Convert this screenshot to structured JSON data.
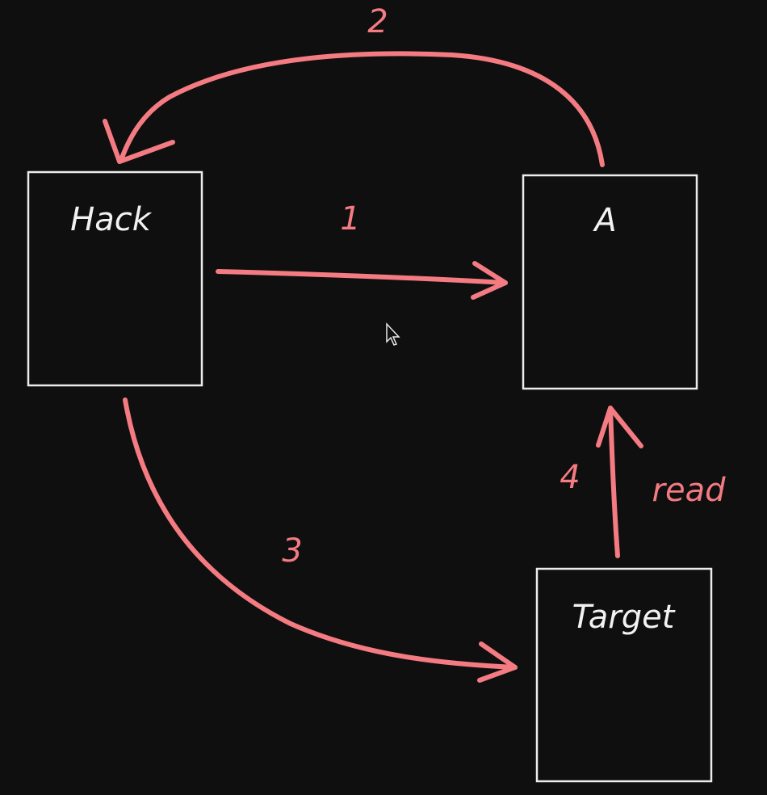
{
  "diagram": {
    "colors": {
      "background": "#0f0f0f",
      "box_stroke": "#ececec",
      "arrow": "#f47b82",
      "text": "#f2f2f2"
    },
    "boxes": {
      "hack": {
        "label": "Hack"
      },
      "a": {
        "label": "A"
      },
      "target": {
        "label": "Target"
      }
    },
    "arrows": {
      "step1": {
        "label": "1"
      },
      "step2": {
        "label": "2"
      },
      "step3": {
        "label": "3"
      },
      "step4": {
        "label": "4",
        "note": "read"
      }
    },
    "cursor_icon": "mouse-pointer-icon"
  }
}
